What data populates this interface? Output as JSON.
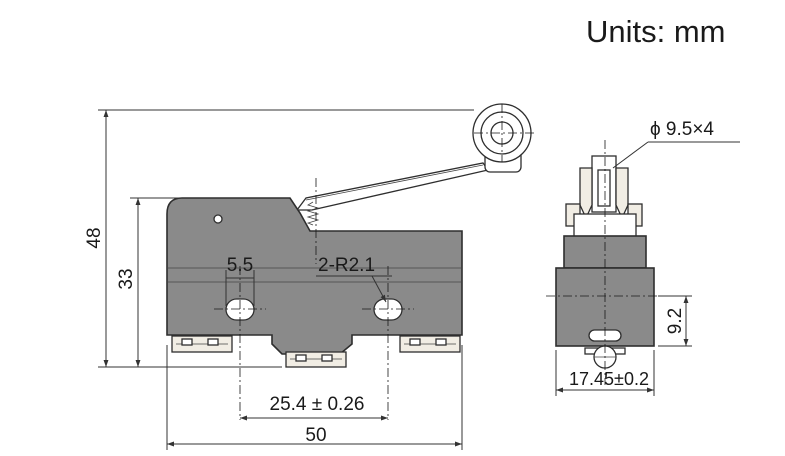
{
  "units_label": "Units: mm",
  "dimensions": {
    "height_total": "48",
    "height_body": "33",
    "hole_width": "5.5",
    "hole_radius": "2-R2.1",
    "hole_spacing": "25.4 ± 0.26",
    "body_length": "50",
    "roller": "ϕ 9.5×4",
    "terminal_height": "9.2",
    "body_width": "17.45±0.2"
  }
}
